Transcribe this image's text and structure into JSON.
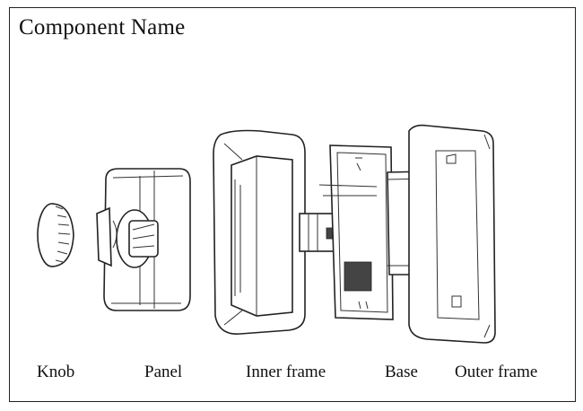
{
  "title": "Component  Name",
  "components": [
    "Knob",
    "Panel",
    "Inner frame",
    "Base",
    "Outer frame"
  ]
}
